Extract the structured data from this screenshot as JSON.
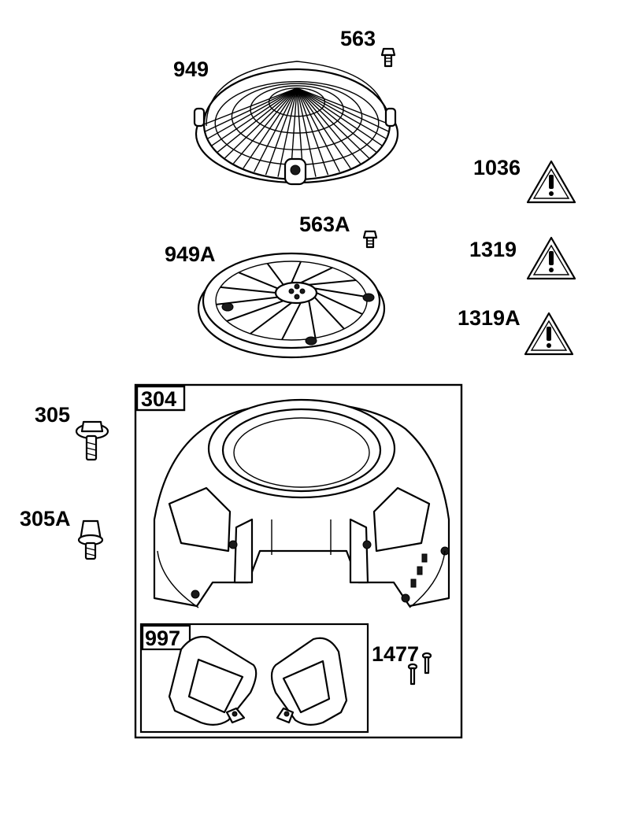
{
  "labels": {
    "p563": "563",
    "p949": "949",
    "p1036": "1036",
    "p563A": "563A",
    "p949A": "949A",
    "p1319": "1319",
    "p1319A": "1319A",
    "p305": "305",
    "p305A": "305A",
    "p304": "304",
    "p997": "997",
    "p1477": "1477"
  },
  "icons": {
    "warning": "warning-triangle-icon"
  },
  "colors": {
    "line": "#000000",
    "background": "#ffffff"
  }
}
